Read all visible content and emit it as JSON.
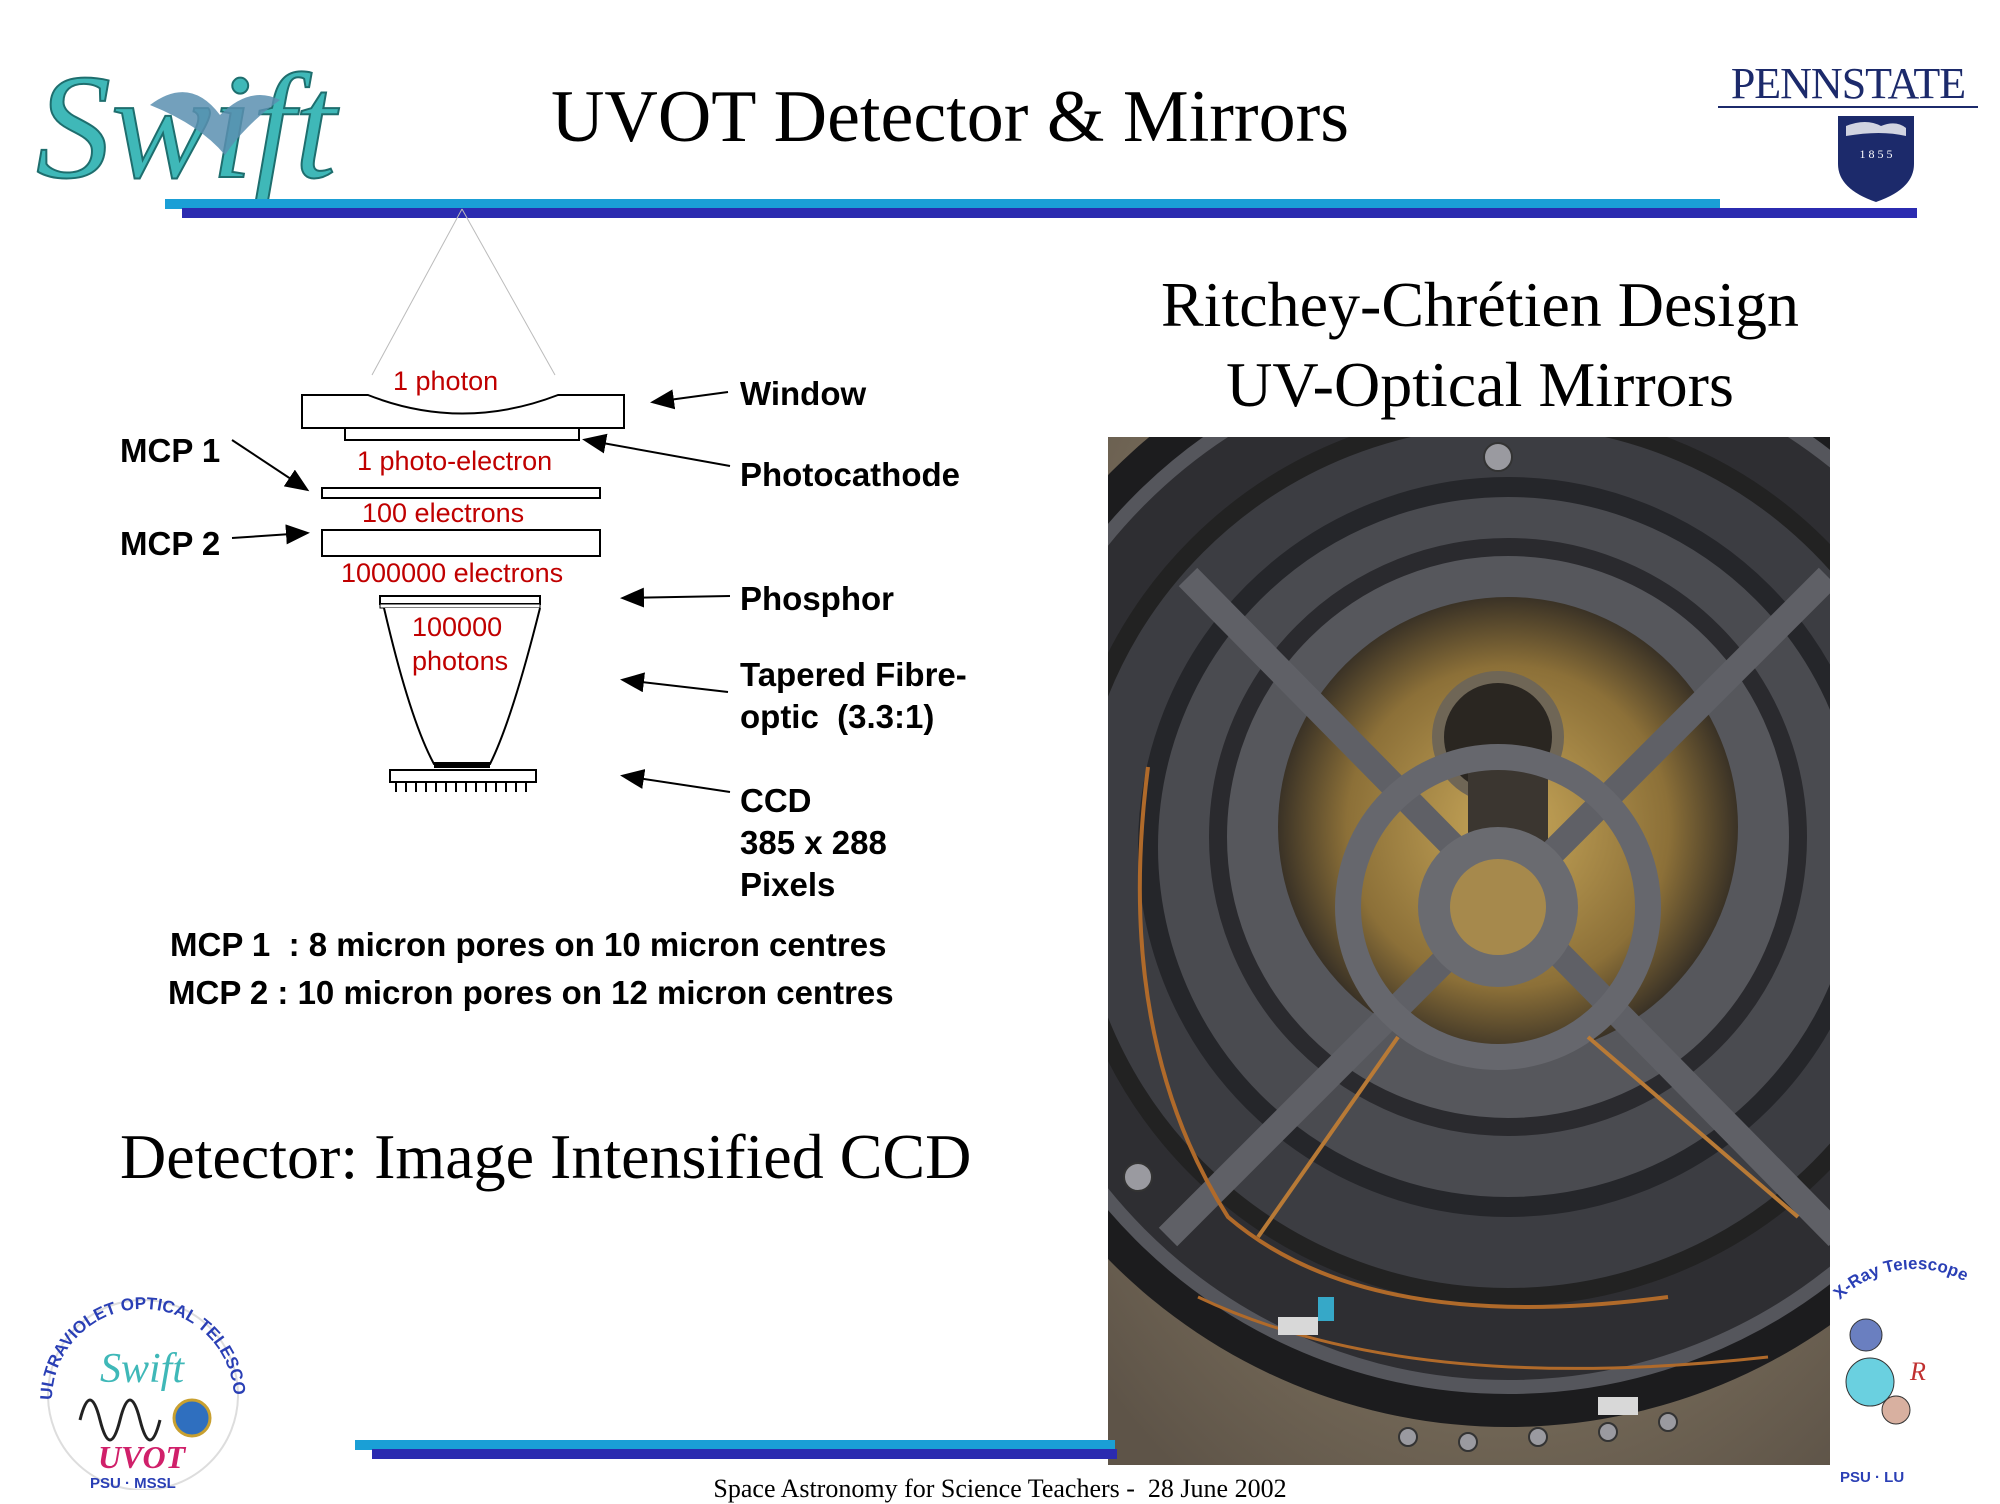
{
  "header": {
    "title": "UVOT Detector & Mirrors",
    "swift_logo_text": "Swift",
    "pennstate_logo_text": "PENNSTATE",
    "pennstate_year": "1 8 5 5"
  },
  "right_panel": {
    "line1": "Ritchey-Chrétien Design",
    "line2": "UV-Optical Mirrors",
    "photo_icon": "telescope-mirror-photo"
  },
  "diagram": {
    "labels": {
      "window": "Window",
      "photocathode": "Photocathode",
      "mcp1": "MCP 1",
      "mcp2": "MCP 2",
      "phosphor": "Phosphor",
      "tapered_line1": "Tapered Fibre-",
      "tapered_line2": "optic  (3.3:1)",
      "ccd_line1": "CCD",
      "ccd_line2": "385 x 288",
      "ccd_line3": "Pixels"
    },
    "counts": {
      "photon": "1 photon",
      "photo_electron": "1 photo-electron",
      "electrons_100": "100 electrons",
      "electrons_1m": "1000000 electrons",
      "photons_100k_line1": "100000",
      "photons_100k_line2": "photons"
    },
    "specs": {
      "mcp1": "MCP 1  : 8 micron pores on 10 micron centres",
      "mcp2": "MCP 2 : 10 micron pores on 12 micron centres"
    }
  },
  "detector_title": "Detector: Image Intensified CCD",
  "uvot_logo": {
    "ring_text": "ULTRAVIOLET OPTICAL TELESCOPE",
    "bottom_text": "PSU · MSSL",
    "logo_text": "UVOT"
  },
  "xrt_logo": {
    "ring_text": "X-Ray Telescope",
    "bottom_text": "PSU · LU"
  },
  "footer": "Space Astronomy for Science Teachers -  28 June 2002",
  "colors": {
    "bar_cyan": "#1a9fd6",
    "bar_blue": "#2b2bb0",
    "pennstate_navy": "#1c2a6b",
    "swift_teal": "#3fb8b8",
    "count_red": "#c00000"
  }
}
